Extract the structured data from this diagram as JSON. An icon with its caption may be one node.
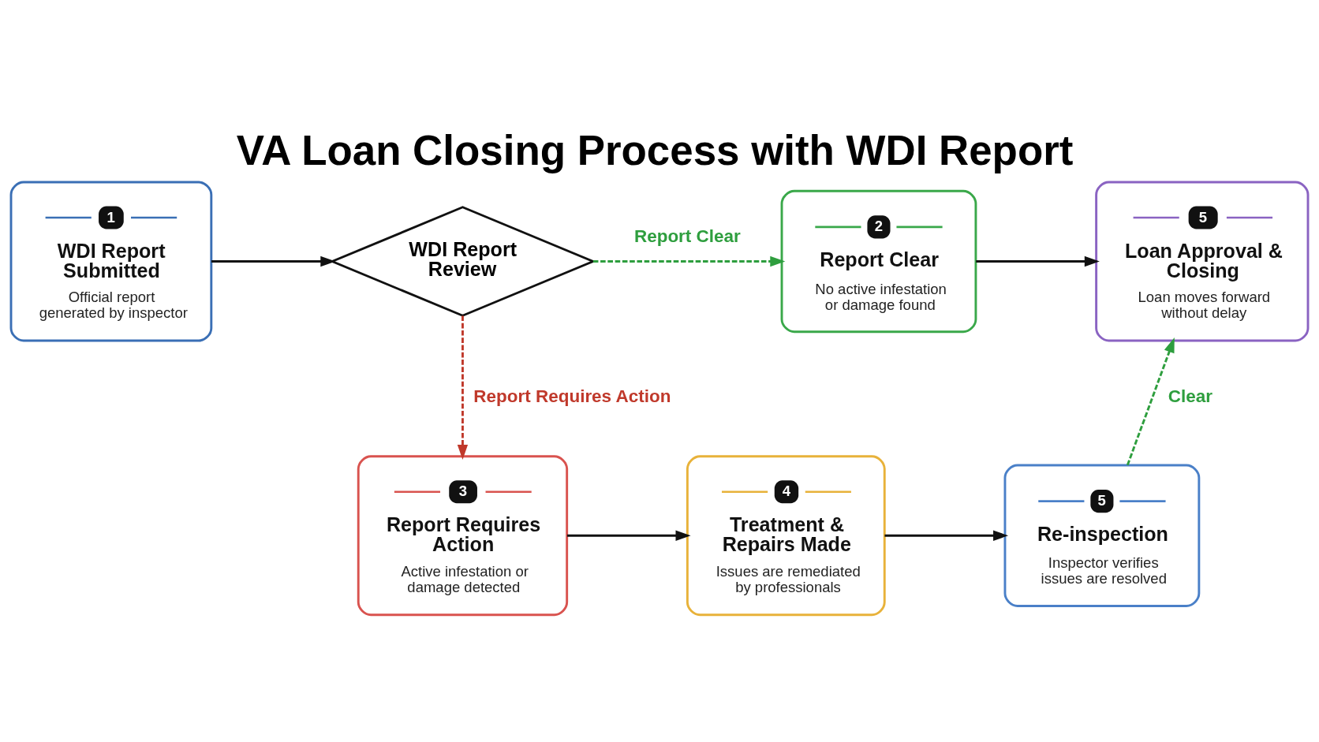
{
  "diagram": {
    "title": "VA Loan Closing Process with WDI Report",
    "nodes": [
      {
        "text": [
          "1",
          "WDI Report Submitted",
          "Official report generated by inspector"
        ]
      },
      {
        "text": [
          "WDI Report Review"
        ]
      },
      {
        "text": [
          "2",
          "Report Clear",
          "No active infestation or damage found"
        ]
      },
      {
        "text": [
          "5",
          "Loan Approval & Closing",
          "Loan moves forward without delay"
        ]
      },
      {
        "text": [
          "3",
          "Report Requires Action",
          "Active infestation or damage detected"
        ]
      },
      {
        "text": [
          "4",
          "Treatment & Repairs Made",
          "Issues are remediated by professionals"
        ]
      },
      {
        "text": [
          "5",
          "Re-inspection",
          "Inspector verifies issues are resolved"
        ]
      }
    ],
    "edges": [
      {
        "from": 0,
        "to": 1,
        "arrow": "to"
      },
      {
        "from": 1,
        "to": 2,
        "arrow": "to",
        "label": "Report Clear",
        "style": "dashed",
        "color": "#2e9e3e"
      },
      {
        "from": 2,
        "to": 3,
        "arrow": "to"
      },
      {
        "from": 1,
        "to": 4,
        "arrow": "to",
        "label": "Report Requires Action",
        "style": "dashed",
        "color": "#c0392b"
      },
      {
        "from": 4,
        "to": 5,
        "arrow": "to"
      },
      {
        "from": 5,
        "to": 6,
        "arrow": "to"
      },
      {
        "from": 6,
        "to": 3,
        "arrow": "to",
        "label": "Clear",
        "style": "dashed",
        "color": "#2e9e3e"
      }
    ]
  }
}
